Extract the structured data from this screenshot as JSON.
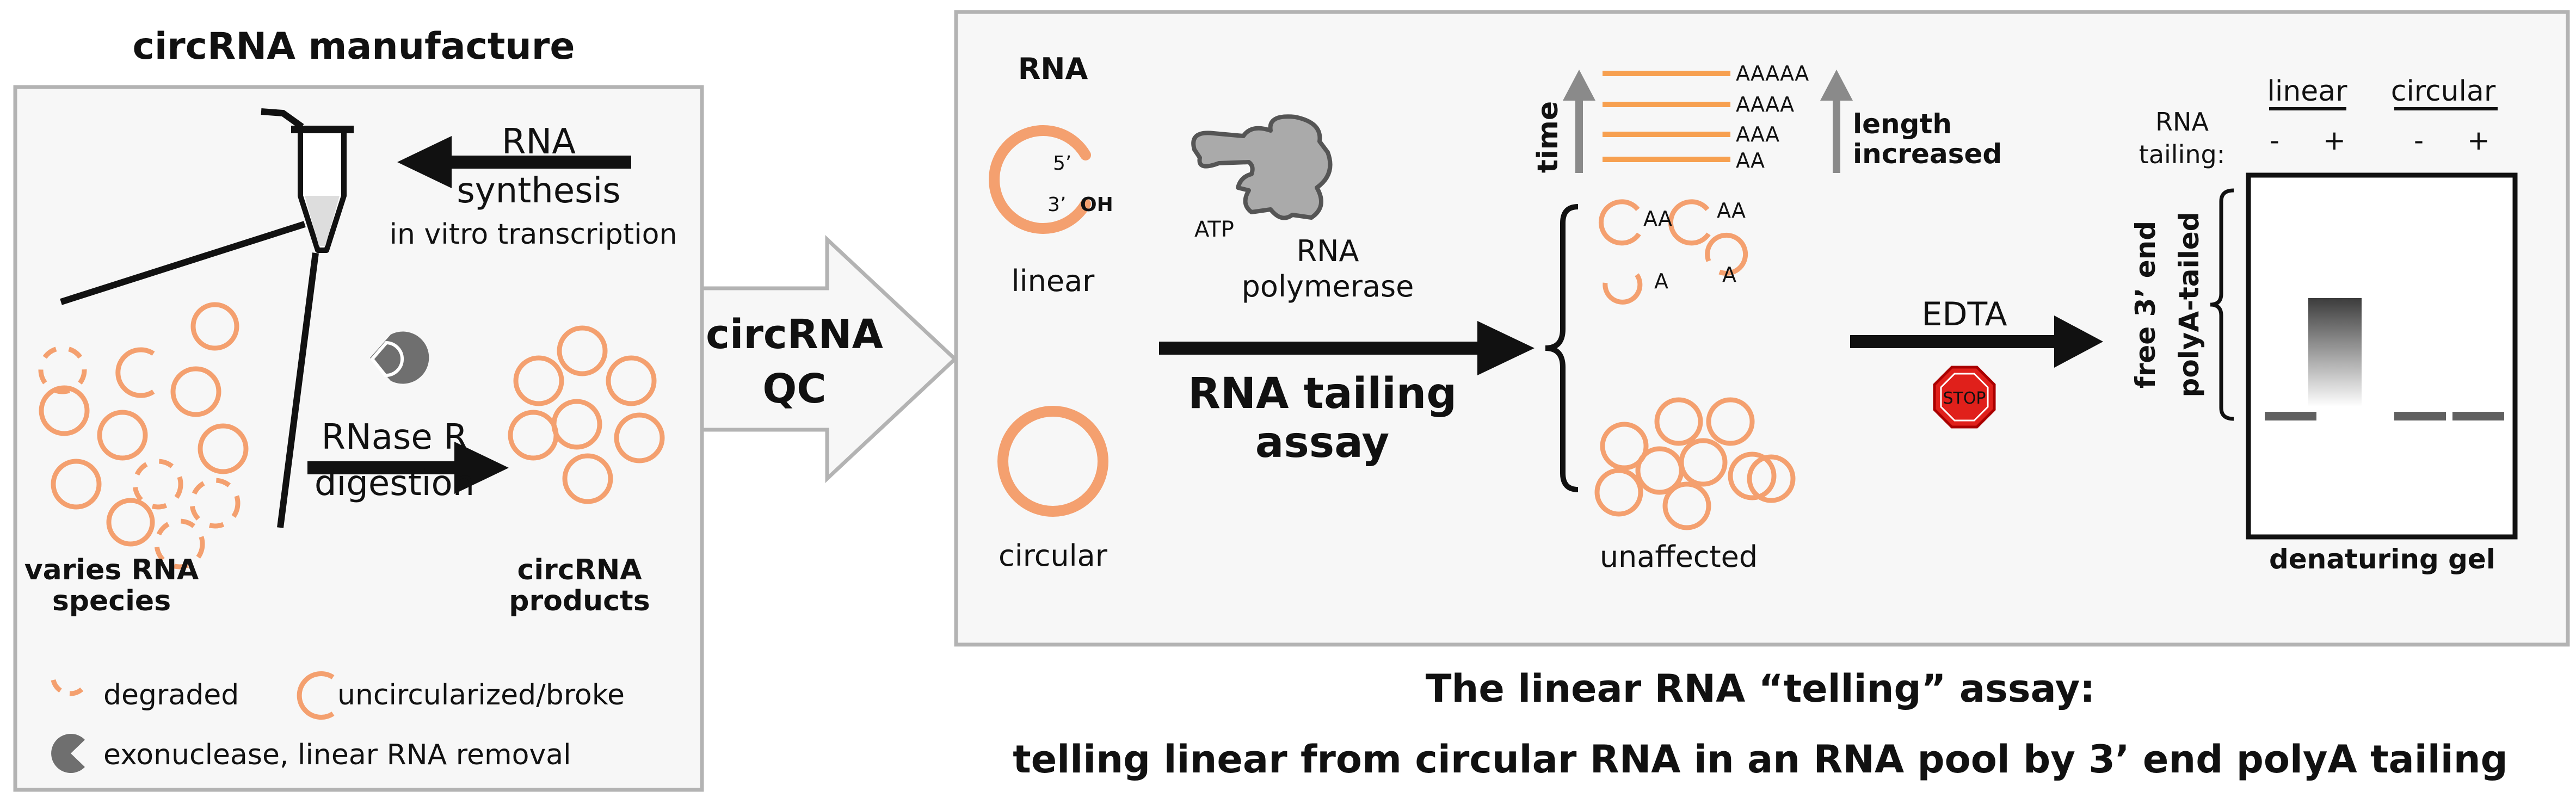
{
  "colors": {
    "salmon": "#f4a06f",
    "orange": "#f7a050",
    "panel_fill": "#f7f7f7",
    "panel_border": "#b3b3b3",
    "stop_red": "#e0201b",
    "pac_gray": "#6f6f6f",
    "polymerase_gray": "#aaaaaa",
    "band_gray": "#606060",
    "arrow_gray": "#8a8a8a"
  },
  "left": {
    "title": "circRNA manufacture",
    "rna_label": "RNA",
    "synthesis_label": "synthesis",
    "ivt_label": "in vitro transcription",
    "rnase_label": "RNase R",
    "digestion_label": "digestion",
    "varies_line1": "varies RNA",
    "varies_line2": "species",
    "products_line1": "circRNA",
    "products_line2": "products",
    "legend_degraded": "degraded",
    "legend_uncirc": "uncircularized/broke",
    "legend_exo": "exonuclease, linear RNA removal"
  },
  "qc": {
    "line1": "circRNA",
    "line2": "QC"
  },
  "right": {
    "rna_heading": "RNA",
    "five_prime": "5’",
    "three_prime": "3’",
    "oh": "OH",
    "linear_label": "linear",
    "circular_label": "circular",
    "atp_label": "ATP",
    "polymerase_line1": "RNA",
    "polymerase_line2": "polymerase",
    "assay_line1": "RNA tailing",
    "assay_line2": "assay",
    "tails": [
      "AAAAA",
      "AAAA",
      "AAA",
      "AA"
    ],
    "time_label": "time",
    "length_line1": "length",
    "length_line2": "increased",
    "tailed_labels": [
      "AA",
      "AA",
      "A",
      "A"
    ],
    "unaffected_label": "unaffected",
    "edta_label": "EDTA",
    "stop_label": "STOP",
    "gel_header_linear": "linear",
    "gel_header_circular": "circular",
    "rna_tailing_line1": "RNA",
    "rna_tailing_line2": "tailing:",
    "lane_signs": [
      "-",
      "+",
      "-",
      "+"
    ],
    "free_end_label": "free 3’ end",
    "polya_label": "polyA-tailed",
    "gel_caption": "denaturing gel"
  },
  "caption": {
    "line1": "The linear RNA “telling” assay:",
    "line2": "telling linear from circular RNA in an RNA pool by 3’ end polyA tailing"
  }
}
